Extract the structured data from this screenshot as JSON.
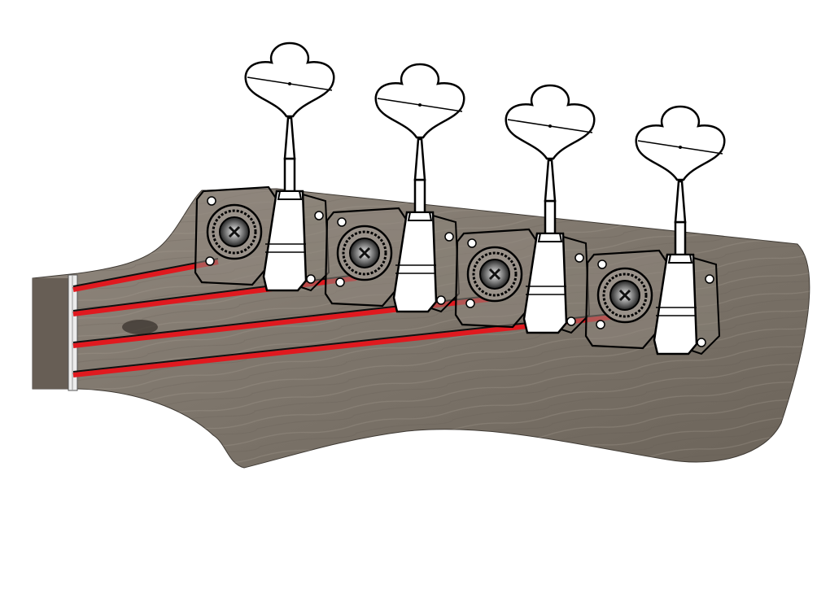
{
  "colors": {
    "background": "#ffffff",
    "wood_light": "#8d8378",
    "wood_dark": "#6f665c",
    "fingerboard": "#6a6158",
    "nut": "#e9e9e9",
    "string_highlight": "#e0191f",
    "string_core": "#111111",
    "tuner_outline": "#000000",
    "tuner_fill_plate": "#8f877d",
    "tuner_fill_key": "#ffffff"
  },
  "strings": {
    "count": 4,
    "highlight": "red"
  },
  "tuners": {
    "count": 4,
    "type": "bass-tuning-machine"
  }
}
